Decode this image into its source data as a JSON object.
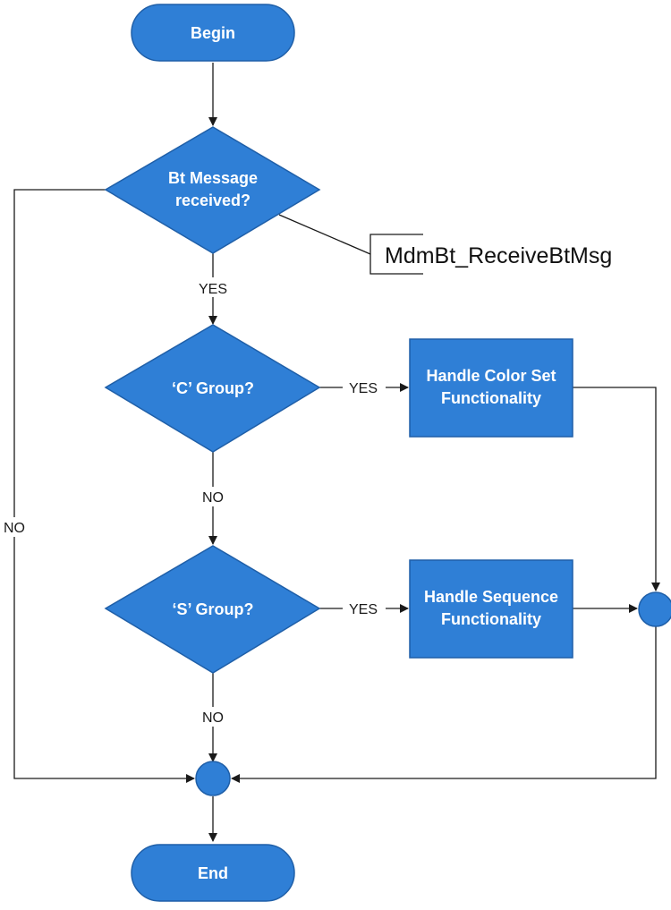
{
  "nodes": {
    "begin": "Begin",
    "bt_message_line1": "Bt Message",
    "bt_message_line2": "received?",
    "c_group": "‘C’ Group?",
    "s_group": "‘S’ Group?",
    "color_set_line1": "Handle Color Set",
    "color_set_line2": "Functionality",
    "sequence_line1": "Handle Sequence",
    "sequence_line2": "Functionality",
    "end": "End"
  },
  "annotation": "MdmBt_ReceiveBtMsg",
  "edge_labels": {
    "bt_yes": "YES",
    "bt_no": "NO",
    "c_yes": "YES",
    "c_no": "NO",
    "s_yes": "YES",
    "s_no": "NO"
  },
  "colors": {
    "shape_fill": "#2f7fd6",
    "shape_stroke": "#1f5fa8",
    "line": "#1a1a1a",
    "background": "#ffffff"
  }
}
